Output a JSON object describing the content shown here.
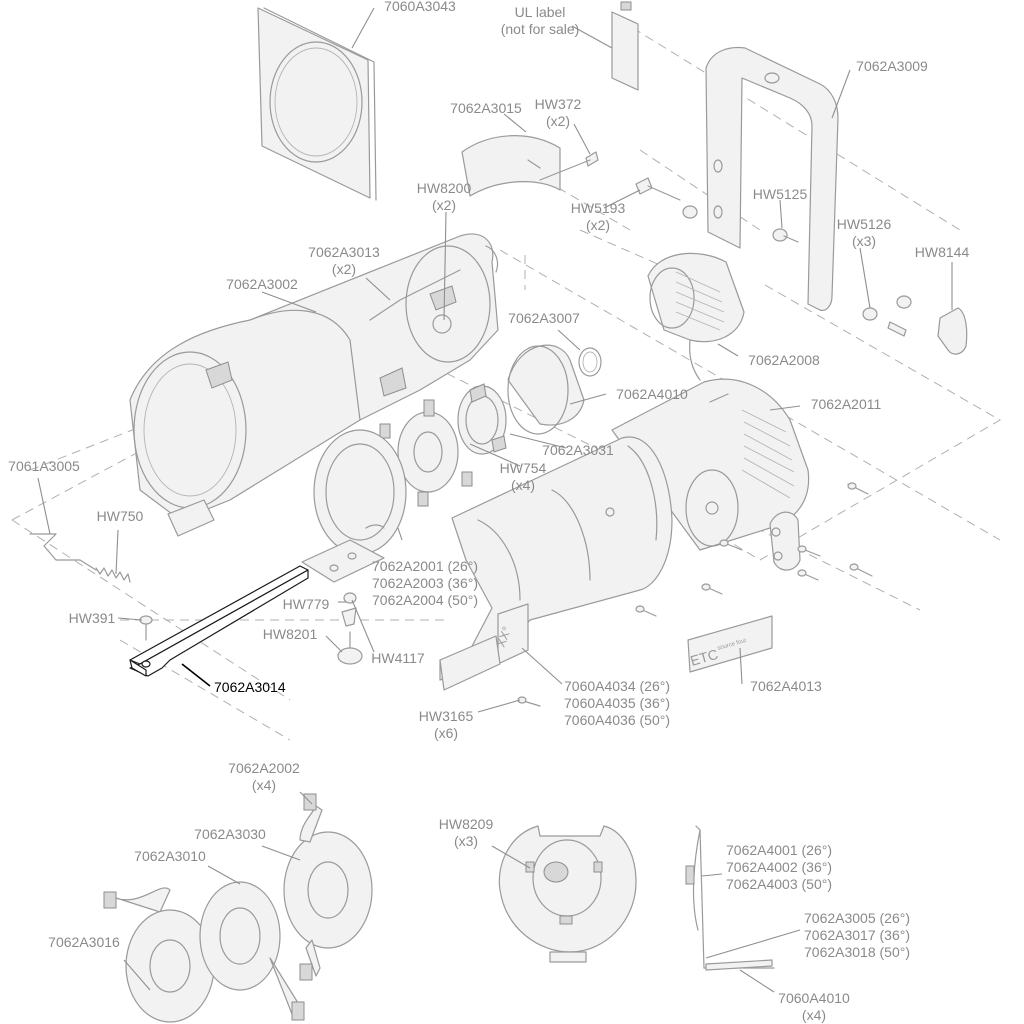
{
  "labels": {
    "l_7060A3043": "7060A3043",
    "l_ul_label": "UL label\n(not for sale)",
    "l_7062A3009": "7062A3009",
    "l_7062A3015": "7062A3015",
    "l_hw372": "HW372\n(x2)",
    "l_hw8200": "HW8200\n(x2)",
    "l_hw5193": "HW5193\n(x2)",
    "l_hw5125": "HW5125",
    "l_hw5126": "HW5126\n(x3)",
    "l_hw8144": "HW8144",
    "l_7062A3013": "7062A3013\n(x2)",
    "l_7062A3002": "7062A3002",
    "l_7062A3007": "7062A3007",
    "l_7062A2008": "7062A2008",
    "l_7062A4010": "7062A4010",
    "l_7062A2011": "7062A2011",
    "l_7062A3031": "7062A3031",
    "l_hw754": "HW754\n(x4)",
    "l_7061A3005": "7061A3005",
    "l_hw750": "HW750",
    "l_hw391": "HW391",
    "l_hw779": "HW779",
    "l_hw8201": "HW8201",
    "l_hw4117": "HW4117",
    "l_7062A2001": "7062A2001 (26°)\n7062A2003 (36°)\n7062A2004 (50°)",
    "l_7062A3014": "7062A3014",
    "l_7060A4034": "7060A4034 (26°)\n7060A4035 (36°)\n7060A4036 (50°)",
    "l_7062A4013": "7062A4013",
    "l_hw3165": "HW3165\n(x6)",
    "l_7062A2002": "7062A2002\n(x4)",
    "l_7062A3030": "7062A3030",
    "l_7062A3010": "7062A3010",
    "l_7062A3016": "7062A3016",
    "l_hw8209": "HW8209\n(x3)",
    "l_7062A4001": "7062A4001 (26°)\n7062A4002 (36°)\n7062A4003 (50°)",
    "l_7062A3005": "7062A3005 (26°)\n7062A3017 (36°)\n7062A3018 (50°)",
    "l_7060A4010": "7060A4010\n(x4)"
  },
  "part_markings": {
    "etc_logo": "ETC",
    "plate_text": "source four",
    "barrel_text": "XX°"
  },
  "colors": {
    "line": "#9a9a9a",
    "label": "#8a8a8a",
    "highlight": "#000000"
  }
}
